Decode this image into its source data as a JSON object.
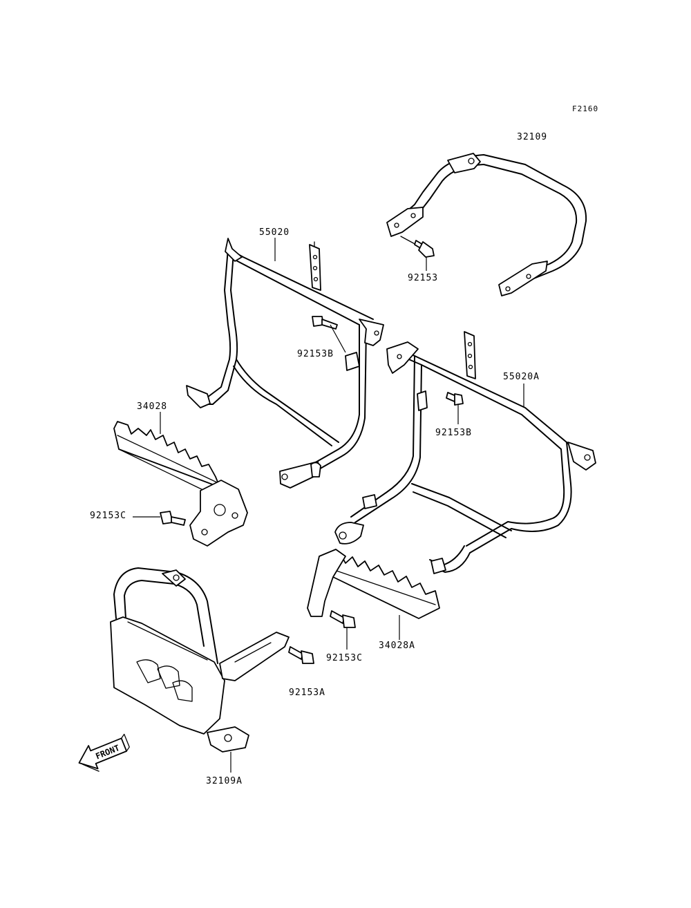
{
  "figure_code": "F2160",
  "labels": {
    "p32109": "32109",
    "p92153": "92153",
    "p55020": "55020",
    "p92153B_left": "92153B",
    "p55020A": "55020A",
    "p92153B_right": "92153B",
    "p34028": "34028",
    "p92153C_left": "92153C",
    "p34028A": "34028A",
    "p92153C_right": "92153C",
    "p92153A": "92153A",
    "p32109A": "32109A"
  },
  "front_arrow_text": "FRONT"
}
